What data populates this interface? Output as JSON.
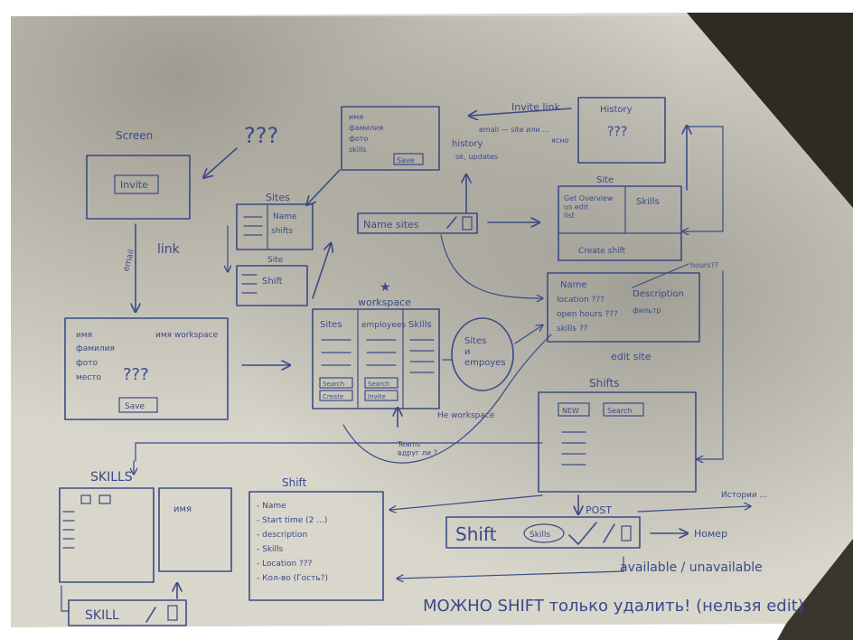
{
  "sketch": {
    "screen_title": "Screen",
    "invite_button": "Invite",
    "qqq_top": "???",
    "link_label": "link",
    "email_label": "email",
    "signup_fields": [
      "имя",
      "фамилия",
      "фото",
      "место"
    ],
    "signup_workspace": "имя workspace",
    "signup_qqq": "???",
    "signup_save": "Save",
    "top_form_lines": [
      "имя",
      "фамилия",
      "фото",
      "skills"
    ],
    "top_form_save": "Save",
    "invite_link": "Invite link",
    "email_note": "email — site или ...",
    "email_note2": "ясно",
    "history_note": "history",
    "history_note2": "ok, updates",
    "sites_title": "Sites",
    "sites_item1": "Name",
    "sites_item2": "shifts",
    "site_title_small": "Site",
    "site_shift": "Shift",
    "name_sites": "Name sites",
    "workspace_title": "workspace",
    "ws_col_sites": "Sites",
    "ws_col_employees": "employees",
    "ws_col_skills": "Skills",
    "ws_search1": "Search",
    "ws_create": "Create",
    "ws_search2": "Search",
    "ws_invite": "Invite",
    "bubble_text": "Sites\nи\nempoyes",
    "no_workspace": "Не workspace",
    "teams_question": "Teams\nвдруг ли ?",
    "history_box_title": "History",
    "history_box_qqq": "???",
    "site_box_title": "Site",
    "site_box_left": "Get Overview\nus edit\nlist",
    "site_box_skills": "Skills",
    "site_box_bottom": "Create shift",
    "edit_name": "Name",
    "edit_location": "location ???",
    "edit_open_hours": "open hours ???",
    "edit_skills": "skills ??",
    "edit_description": "Description",
    "edit_filter": "фильтр",
    "edit_caption": "edit site",
    "edit_note": "hours??",
    "shifts_title": "Shifts",
    "shifts_new": "NEW",
    "shifts_search": "Search",
    "skills_title": "SKILLS",
    "skills_label_right": "имя",
    "skill_bar": "SKILL",
    "shift_title": "Shift",
    "shift_fields": [
      "- Name",
      "- Start time (2 ...)",
      "- description",
      "- Skills",
      "- Location ???",
      "- Кол-во (Гость?)"
    ],
    "shift_bar": "Shift",
    "shift_bar_skills": "Skills",
    "post_label": "POST",
    "history_right": "Истории ...",
    "people_label": "Номер",
    "available_label": "available / unavailable",
    "bottom_note": "МОЖНО SHIFT только удалить! (нельзя edit)"
  }
}
